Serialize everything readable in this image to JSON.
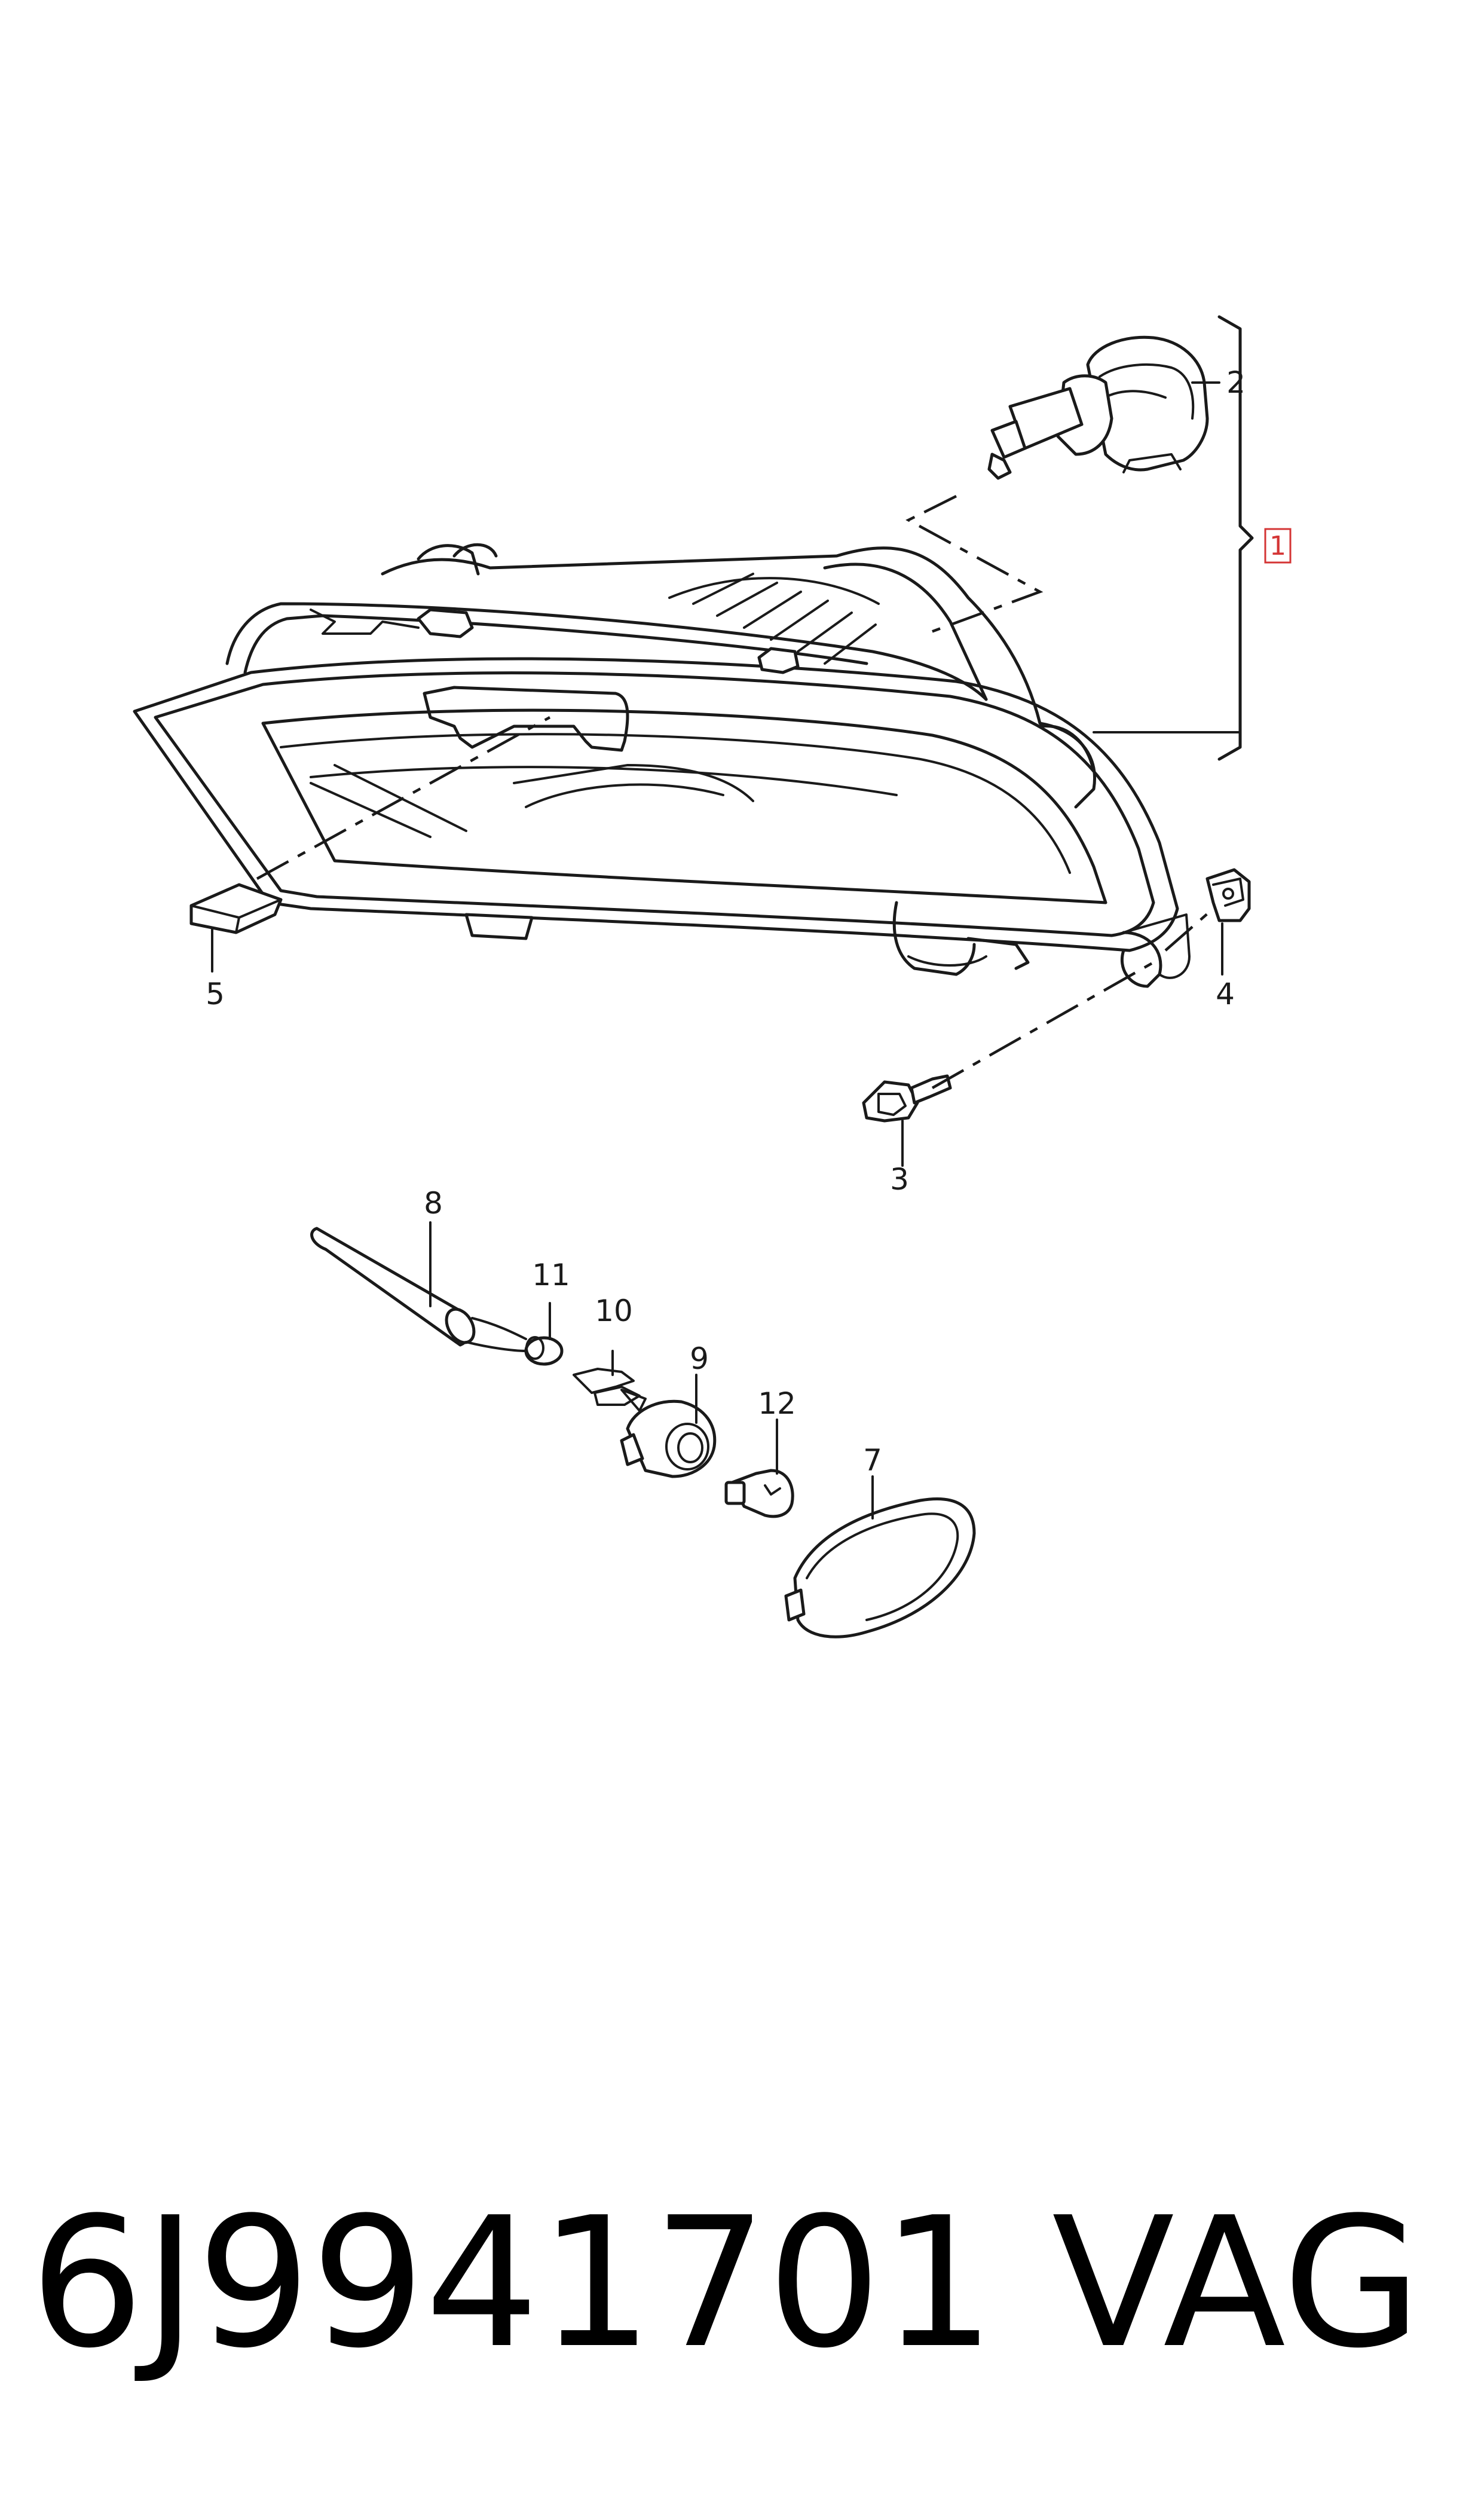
{
  "callouts": {
    "c1": "1",
    "c2": "2",
    "c3": "3",
    "c4": "4",
    "c5": "5",
    "c7": "7",
    "c8": "8",
    "c9": "9",
    "c10": "10",
    "c11": "11",
    "c12": "12"
  },
  "footer": {
    "part_number": "6J9941701",
    "brand": "VAG"
  },
  "colors": {
    "line": "#1a1a1a",
    "callout_box": "#d43535",
    "background": "#ffffff"
  }
}
